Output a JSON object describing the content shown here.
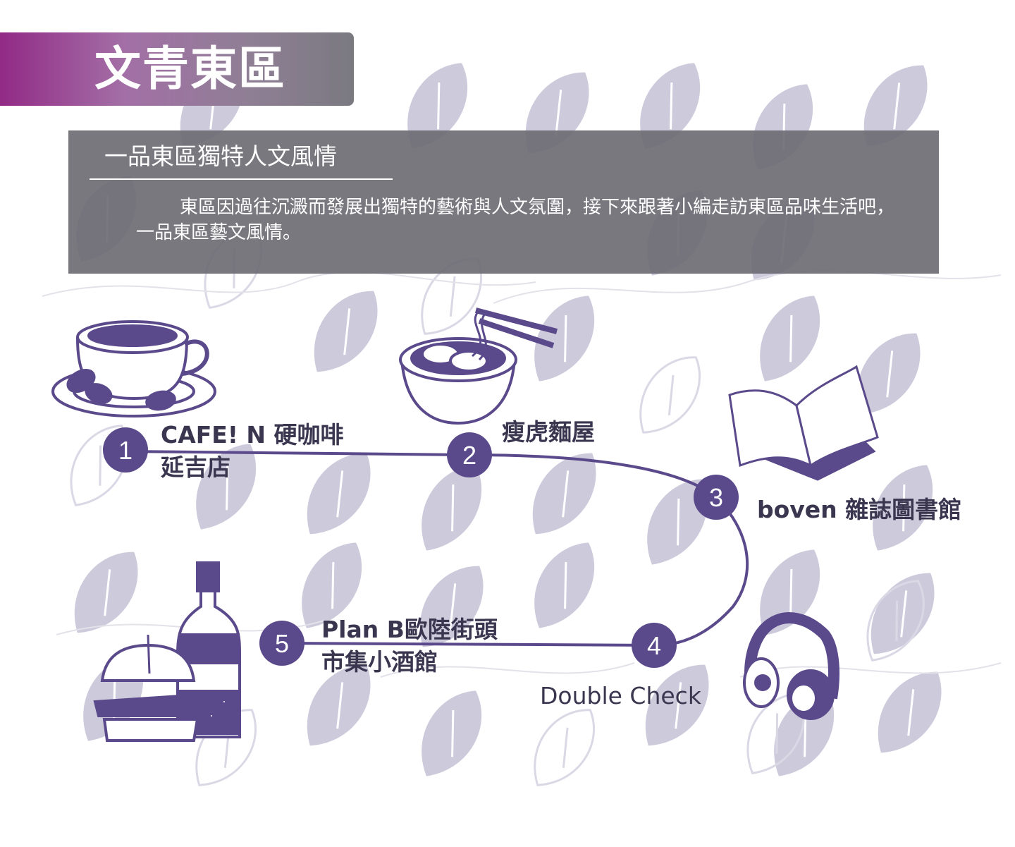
{
  "header": {
    "title": "文青東區"
  },
  "intro": {
    "heading": "一品東區獨特人文風情",
    "body": "東區因過往沉澱而發展出獨特的藝術與人文氛圍，接下來跟著小編走訪東區品味生活吧，一品東區藝文風情。"
  },
  "route": {
    "stops": [
      {
        "number": "1",
        "line1": "CAFE! N 硬咖啡",
        "line2": "延吉店",
        "icon": "coffee-cup-icon"
      },
      {
        "number": "2",
        "line1": "瘦虎麵屋",
        "line2": "",
        "icon": "noodle-bowl-icon"
      },
      {
        "number": "3",
        "line1": "boven 雜誌圖書館",
        "line2": "",
        "icon": "open-book-icon"
      },
      {
        "number": "4",
        "line1": "Double Check",
        "line2": "",
        "icon": "headphones-icon"
      },
      {
        "number": "5",
        "line1": "Plan B歐陸街頭",
        "line2": "市集小酒館",
        "icon": "burger-bottle-icon"
      }
    ]
  },
  "colors": {
    "accent": "#5b4a8b",
    "leaf": "#c8c4d8",
    "leaf_outline": "#dcd9e6",
    "box": "#6e6d74",
    "banner_start": "#922a86",
    "banner_end": "#7a7980"
  }
}
